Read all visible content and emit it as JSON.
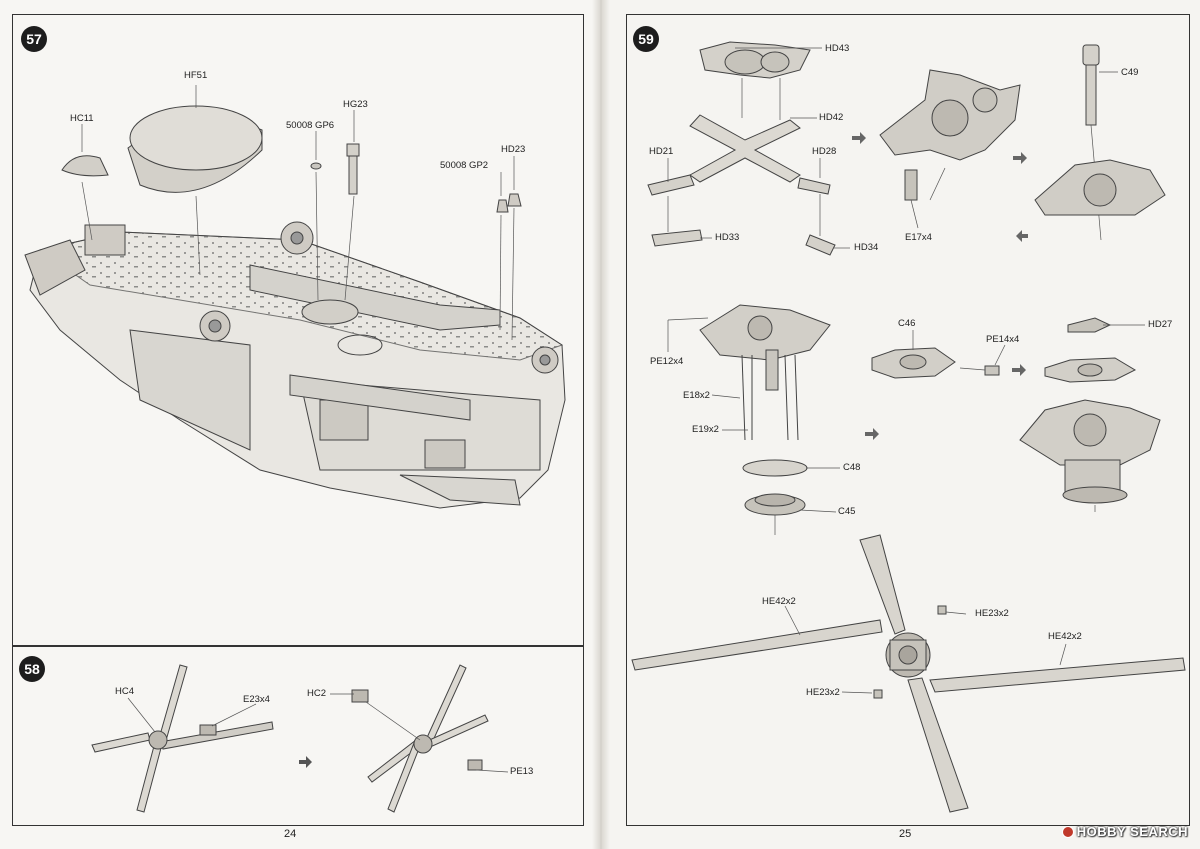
{
  "left_page": {
    "page_number": "24",
    "step_57": {
      "number": "57",
      "parts": {
        "hf51": "HF51",
        "hc11": "HC11",
        "hg23": "HG23",
        "gp6": "50008 GP6",
        "gp2": "50008 GP2",
        "hd23": "HD23"
      }
    },
    "step_58": {
      "number": "58",
      "parts": {
        "hc4": "HC4",
        "e23x4": "E23x4",
        "hc2": "HC2",
        "pe13": "PE13"
      }
    }
  },
  "right_page": {
    "page_number": "25",
    "step_59": {
      "number": "59",
      "parts": {
        "hd43": "HD43",
        "c49": "C49",
        "hd42": "HD42",
        "hd21": "HD21",
        "hd28": "HD28",
        "e17x4": "E17x4",
        "hd33": "HD33",
        "hd34": "HD34",
        "pe12x4": "PE12x4",
        "c46": "C46",
        "pe14x4": "PE14x4",
        "hd27": "HD27",
        "e18x2": "E18x2",
        "e19x2": "E19x2",
        "c48": "C48",
        "c45": "C45",
        "he42x2_left": "HE42x2",
        "he23x2_top": "HE23x2",
        "he42x2_right": "HE42x2",
        "he23x2_bottom": "HE23x2"
      }
    }
  },
  "watermark": "HOBBY SEARCH"
}
